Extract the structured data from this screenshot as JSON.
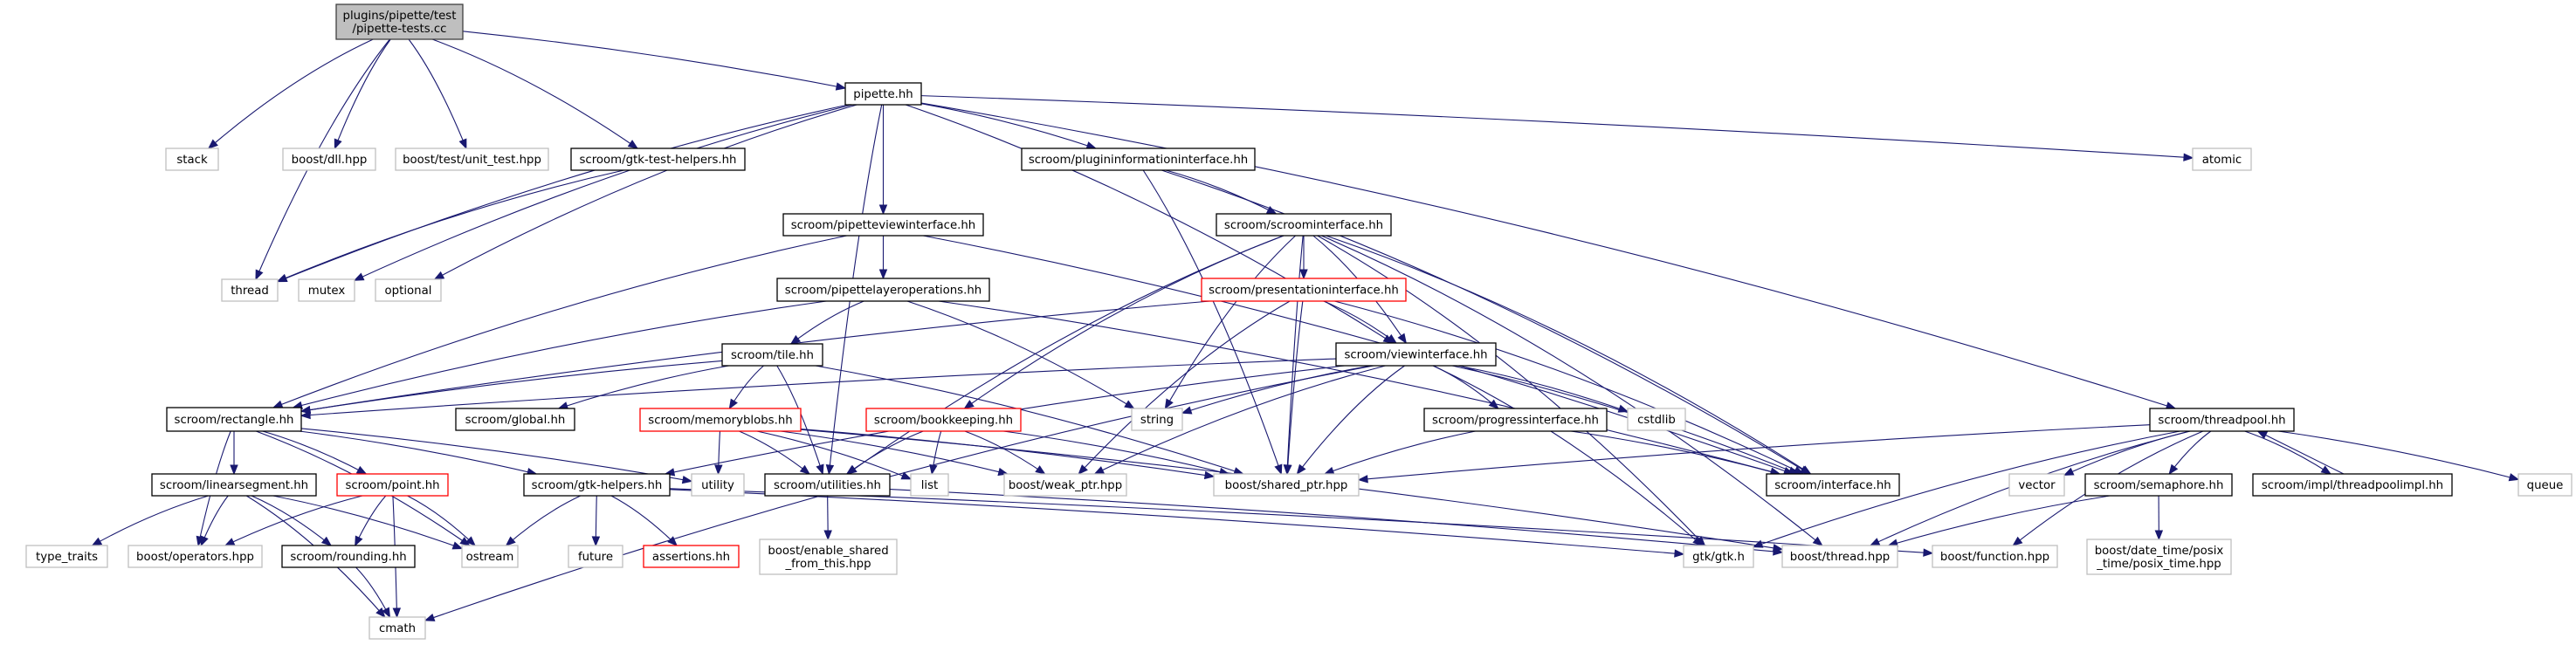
{
  "title": "Include dependency graph for pipette-tests.cc",
  "colors": {
    "edge": "#191970",
    "root_fill": "#bfbfbf",
    "root_border": "#404040",
    "documented_border": "#000000",
    "undocumented_border": "#ff0000",
    "external_border": "#bfbfbf"
  },
  "nodes": [
    {
      "id": "root",
      "label": [
        "plugins/pipette/test",
        "/pipette-tests.cc"
      ],
      "kind": "root"
    },
    {
      "id": "stack",
      "label": [
        "stack"
      ],
      "kind": "external"
    },
    {
      "id": "dll",
      "label": [
        "boost/dll.hpp"
      ],
      "kind": "external"
    },
    {
      "id": "unit_test",
      "label": [
        "boost/test/unit_test.hpp"
      ],
      "kind": "external"
    },
    {
      "id": "gtk_test_helpers",
      "label": [
        "scroom/gtk-test-helpers.hh"
      ],
      "kind": "documented"
    },
    {
      "id": "pipette",
      "label": [
        "pipette.hh"
      ],
      "kind": "documented"
    },
    {
      "id": "thread",
      "label": [
        "thread"
      ],
      "kind": "external"
    },
    {
      "id": "mutex",
      "label": [
        "mutex"
      ],
      "kind": "external"
    },
    {
      "id": "optional",
      "label": [
        "optional"
      ],
      "kind": "external"
    },
    {
      "id": "atomic",
      "label": [
        "atomic"
      ],
      "kind": "external"
    },
    {
      "id": "plugininfo",
      "label": [
        "scroom/plugininformationinterface.hh"
      ],
      "kind": "documented"
    },
    {
      "id": "pipetteview",
      "label": [
        "scroom/pipetteviewinterface.hh"
      ],
      "kind": "documented"
    },
    {
      "id": "scroominterface",
      "label": [
        "scroom/scroominterface.hh"
      ],
      "kind": "documented"
    },
    {
      "id": "pipettelayer",
      "label": [
        "scroom/pipettelayeroperations.hh"
      ],
      "kind": "documented"
    },
    {
      "id": "presentation",
      "label": [
        "scroom/presentationinterface.hh"
      ],
      "kind": "undocumented"
    },
    {
      "id": "tile",
      "label": [
        "scroom/tile.hh"
      ],
      "kind": "documented"
    },
    {
      "id": "viewinterface",
      "label": [
        "scroom/viewinterface.hh"
      ],
      "kind": "documented"
    },
    {
      "id": "string",
      "label": [
        "string"
      ],
      "kind": "external"
    },
    {
      "id": "rectangle",
      "label": [
        "scroom/rectangle.hh"
      ],
      "kind": "documented"
    },
    {
      "id": "global",
      "label": [
        "scroom/global.hh"
      ],
      "kind": "documented"
    },
    {
      "id": "memoryblobs",
      "label": [
        "scroom/memoryblobs.hh"
      ],
      "kind": "undocumented"
    },
    {
      "id": "bookkeeping",
      "label": [
        "scroom/bookkeeping.hh"
      ],
      "kind": "undocumented"
    },
    {
      "id": "progress",
      "label": [
        "scroom/progressinterface.hh"
      ],
      "kind": "documented"
    },
    {
      "id": "cstdlib",
      "label": [
        "cstdlib"
      ],
      "kind": "external"
    },
    {
      "id": "threadpool",
      "label": [
        "scroom/threadpool.hh"
      ],
      "kind": "documented"
    },
    {
      "id": "linearsegment",
      "label": [
        "scroom/linearsegment.hh"
      ],
      "kind": "documented"
    },
    {
      "id": "point",
      "label": [
        "scroom/point.hh"
      ],
      "kind": "undocumented"
    },
    {
      "id": "gtk_helpers",
      "label": [
        "scroom/gtk-helpers.hh"
      ],
      "kind": "documented"
    },
    {
      "id": "utility",
      "label": [
        "utility"
      ],
      "kind": "external"
    },
    {
      "id": "utilities",
      "label": [
        "scroom/utilities.hh"
      ],
      "kind": "documented"
    },
    {
      "id": "list",
      "label": [
        "list"
      ],
      "kind": "external"
    },
    {
      "id": "weak_ptr",
      "label": [
        "boost/weak_ptr.hpp"
      ],
      "kind": "external"
    },
    {
      "id": "shared_ptr",
      "label": [
        "boost/shared_ptr.hpp"
      ],
      "kind": "external"
    },
    {
      "id": "interface",
      "label": [
        "scroom/interface.hh"
      ],
      "kind": "documented"
    },
    {
      "id": "vector",
      "label": [
        "vector"
      ],
      "kind": "external"
    },
    {
      "id": "semaphore",
      "label": [
        "scroom/semaphore.hh"
      ],
      "kind": "documented"
    },
    {
      "id": "threadpoolimpl",
      "label": [
        "scroom/impl/threadpoolimpl.hh"
      ],
      "kind": "documented"
    },
    {
      "id": "queue",
      "label": [
        "queue"
      ],
      "kind": "external"
    },
    {
      "id": "type_traits",
      "label": [
        "type_traits"
      ],
      "kind": "external"
    },
    {
      "id": "operators",
      "label": [
        "boost/operators.hpp"
      ],
      "kind": "external"
    },
    {
      "id": "rounding",
      "label": [
        "scroom/rounding.hh"
      ],
      "kind": "documented"
    },
    {
      "id": "ostream",
      "label": [
        "ostream"
      ],
      "kind": "external"
    },
    {
      "id": "future",
      "label": [
        "future"
      ],
      "kind": "external"
    },
    {
      "id": "assertions",
      "label": [
        "assertions.hh"
      ],
      "kind": "undocumented"
    },
    {
      "id": "enable_shared",
      "label": [
        "boost/enable_shared",
        "_from_this.hpp"
      ],
      "kind": "external"
    },
    {
      "id": "gtk",
      "label": [
        "gtk/gtk.h"
      ],
      "kind": "external"
    },
    {
      "id": "boost_thread",
      "label": [
        "boost/thread.hpp"
      ],
      "kind": "external"
    },
    {
      "id": "function",
      "label": [
        "boost/function.hpp"
      ],
      "kind": "external"
    },
    {
      "id": "posix_time",
      "label": [
        "boost/date_time/posix",
        "_time/posix_time.hpp"
      ],
      "kind": "external"
    },
    {
      "id": "cmath",
      "label": [
        "cmath"
      ],
      "kind": "external"
    }
  ],
  "edges": [
    [
      "root",
      "stack"
    ],
    [
      "root",
      "thread"
    ],
    [
      "root",
      "dll"
    ],
    [
      "root",
      "unit_test"
    ],
    [
      "root",
      "gtk_test_helpers"
    ],
    [
      "root",
      "pipette"
    ],
    [
      "gtk_test_helpers",
      "thread"
    ],
    [
      "pipette",
      "thread"
    ],
    [
      "pipette",
      "mutex"
    ],
    [
      "pipette",
      "optional"
    ],
    [
      "pipette",
      "atomic"
    ],
    [
      "pipette",
      "plugininfo"
    ],
    [
      "pipette",
      "pipetteview"
    ],
    [
      "pipette",
      "viewinterface"
    ],
    [
      "pipette",
      "threadpool"
    ],
    [
      "pipette",
      "utilities"
    ],
    [
      "plugininfo",
      "scroominterface"
    ],
    [
      "plugininfo",
      "shared_ptr"
    ],
    [
      "plugininfo",
      "interface"
    ],
    [
      "pipetteview",
      "pipettelayer"
    ],
    [
      "pipetteview",
      "rectangle"
    ],
    [
      "pipetteview",
      "interface"
    ],
    [
      "scroominterface",
      "presentation"
    ],
    [
      "scroominterface",
      "viewinterface"
    ],
    [
      "scroominterface",
      "string"
    ],
    [
      "scroominterface",
      "bookkeeping"
    ],
    [
      "scroominterface",
      "shared_ptr"
    ],
    [
      "scroominterface",
      "interface"
    ],
    [
      "scroominterface",
      "gtk"
    ],
    [
      "scroominterface",
      "boost_thread"
    ],
    [
      "scroominterface",
      "utilities"
    ],
    [
      "pipettelayer",
      "tile"
    ],
    [
      "pipettelayer",
      "rectangle"
    ],
    [
      "pipettelayer",
      "string"
    ],
    [
      "pipettelayer",
      "interface"
    ],
    [
      "presentation",
      "viewinterface"
    ],
    [
      "presentation",
      "rectangle"
    ],
    [
      "presentation",
      "shared_ptr"
    ],
    [
      "presentation",
      "weak_ptr"
    ],
    [
      "presentation",
      "interface"
    ],
    [
      "tile",
      "global"
    ],
    [
      "tile",
      "memoryblobs"
    ],
    [
      "tile",
      "shared_ptr"
    ],
    [
      "tile",
      "utilities"
    ],
    [
      "tile",
      "rectangle"
    ],
    [
      "viewinterface",
      "progress"
    ],
    [
      "viewinterface",
      "cstdlib"
    ],
    [
      "viewinterface",
      "string"
    ],
    [
      "viewinterface",
      "shared_ptr"
    ],
    [
      "viewinterface",
      "weak_ptr"
    ],
    [
      "viewinterface",
      "rectangle"
    ],
    [
      "viewinterface",
      "gtk_helpers"
    ],
    [
      "viewinterface",
      "interface"
    ],
    [
      "viewinterface",
      "gtk"
    ],
    [
      "viewinterface",
      "cmath"
    ],
    [
      "rectangle",
      "linearsegment"
    ],
    [
      "rectangle",
      "point"
    ],
    [
      "rectangle",
      "operators"
    ],
    [
      "rectangle",
      "ostream"
    ],
    [
      "rectangle",
      "gtk_helpers"
    ],
    [
      "rectangle",
      "utility"
    ],
    [
      "memoryblobs",
      "utility"
    ],
    [
      "memoryblobs",
      "utilities"
    ],
    [
      "memoryblobs",
      "list"
    ],
    [
      "memoryblobs",
      "weak_ptr"
    ],
    [
      "memoryblobs",
      "shared_ptr"
    ],
    [
      "memoryblobs",
      "boost_thread"
    ],
    [
      "bookkeeping",
      "utilities"
    ],
    [
      "bookkeeping",
      "list"
    ],
    [
      "bookkeeping",
      "weak_ptr"
    ],
    [
      "bookkeeping",
      "shared_ptr"
    ],
    [
      "progress",
      "shared_ptr"
    ],
    [
      "progress",
      "interface"
    ],
    [
      "threadpool",
      "shared_ptr"
    ],
    [
      "threadpool",
      "vector"
    ],
    [
      "threadpool",
      "semaphore"
    ],
    [
      "threadpool",
      "threadpoolimpl"
    ],
    [
      "threadpool",
      "queue"
    ],
    [
      "threadpool",
      "boost_thread"
    ],
    [
      "threadpool",
      "function"
    ],
    [
      "threadpool",
      "gtk"
    ],
    [
      "threadpoolimpl",
      "threadpool"
    ],
    [
      "semaphore",
      "posix_time"
    ],
    [
      "semaphore",
      "boost_thread"
    ],
    [
      "linearsegment",
      "type_traits"
    ],
    [
      "linearsegment",
      "operators"
    ],
    [
      "linearsegment",
      "rounding"
    ],
    [
      "linearsegment",
      "ostream"
    ],
    [
      "linearsegment",
      "cmath"
    ],
    [
      "point",
      "operators"
    ],
    [
      "point",
      "rounding"
    ],
    [
      "point",
      "cmath"
    ],
    [
      "point",
      "ostream"
    ],
    [
      "rounding",
      "cmath"
    ],
    [
      "gtk_helpers",
      "ostream"
    ],
    [
      "gtk_helpers",
      "future"
    ],
    [
      "gtk_helpers",
      "assertions"
    ],
    [
      "gtk_helpers",
      "gtk"
    ],
    [
      "gtk_helpers",
      "function"
    ],
    [
      "utilities",
      "enable_shared"
    ],
    [
      "utilities",
      "boost_thread"
    ]
  ]
}
